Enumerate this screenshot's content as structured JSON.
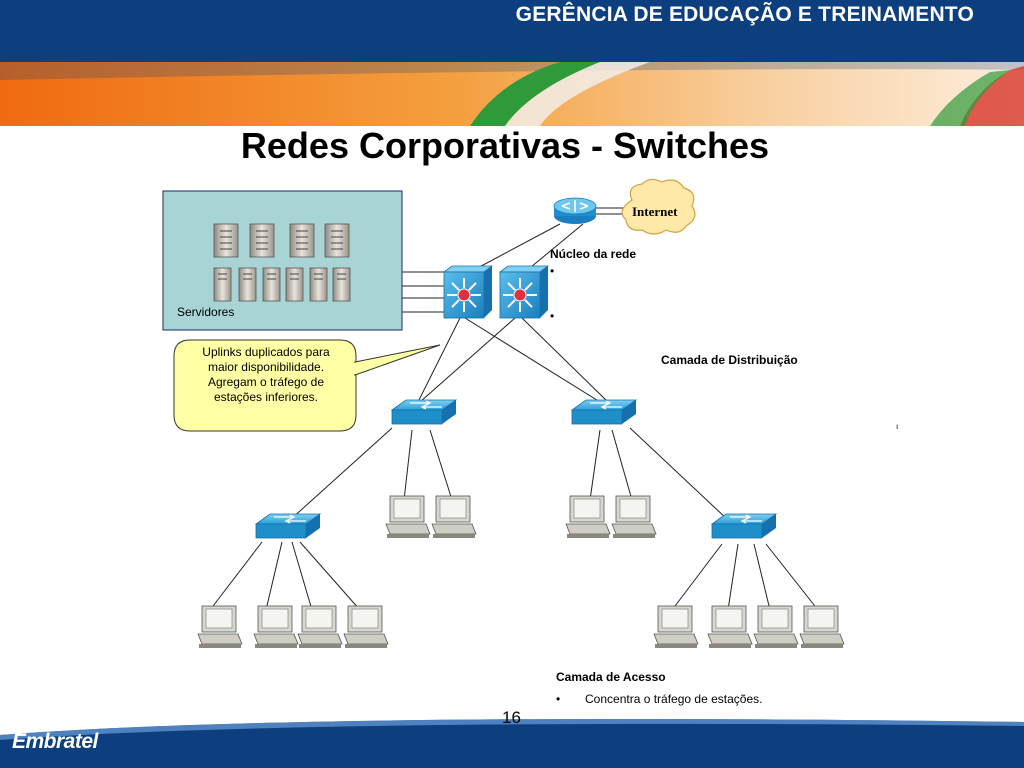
{
  "header": {
    "title": "GERÊNCIA DE EDUCAÇÃO E TREINAMENTO"
  },
  "slide": {
    "title": "Redes Corporativas - Switches",
    "page_number": "16"
  },
  "diagram": {
    "internet_label": "Internet",
    "servers_label": "Servidores",
    "core_label": "Núcleo da rede",
    "core_bullets": [
      "•",
      "•"
    ],
    "distribution_label": "Camada de Distribuição",
    "access_label": "Camada de Acesso",
    "access_bullet_marker": "•",
    "access_bullet_text": "Concentra o tráfego de estações.",
    "callout_lines": [
      "Uplinks duplicados para",
      "maior disponibilidade.",
      "Agregam o tráfego de",
      "estações inferiores."
    ],
    "stray_mark": "ı"
  },
  "footer": {
    "brand": "Embratel"
  },
  "colors": {
    "header_blue": "#0d3f7f",
    "switch_blue": "#1e8fc9",
    "server_panel": "#a8d4d6",
    "callout_fill": "#ffffa6",
    "cloud_fill": "#ffe8a8"
  }
}
